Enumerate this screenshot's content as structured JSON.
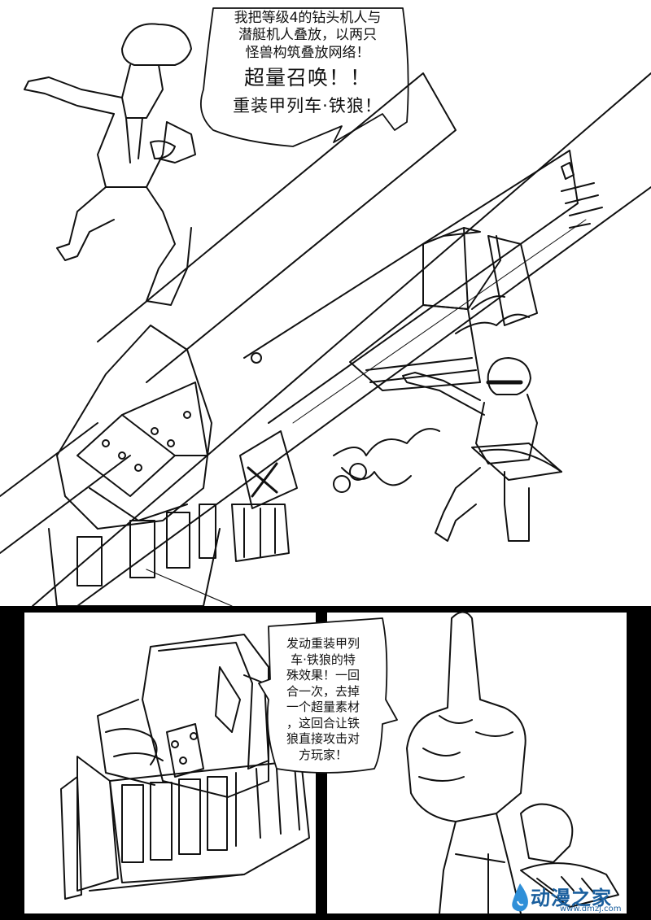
{
  "panel1": {
    "bubble": {
      "line1": "我把等级4的钻头机人与",
      "line2": "潜艇机人叠放，以两只",
      "line3": "怪兽构筑叠放网络！",
      "shout": "超量召唤！！",
      "name": "重装甲列车·铁狼！"
    }
  },
  "panel2": {
    "bubble": {
      "line1": "发动重装甲列",
      "line2": "车·铁狼的特",
      "line3": "殊效果！一回",
      "line4": "合一次，去掉",
      "line5": "一个超量素材",
      "line6": "，这回合让铁",
      "line7": "狼直接攻击对",
      "line8": "方玩家！"
    }
  },
  "watermark": {
    "logo": "动漫之家",
    "url": "www.dmzj.com"
  }
}
